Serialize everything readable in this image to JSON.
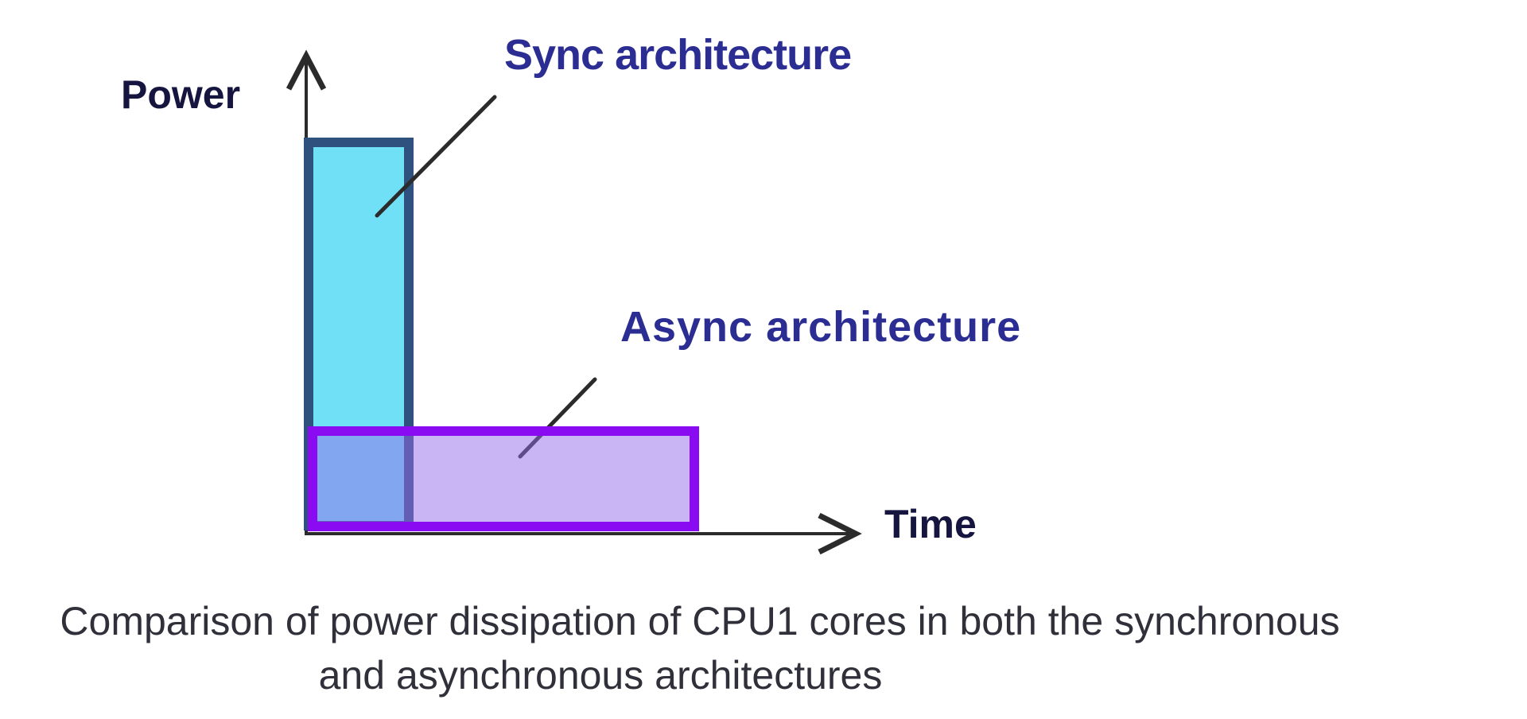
{
  "figure": {
    "type": "conceptual-power-time-diagram",
    "y_axis_label": "Power",
    "x_axis_label": "Time",
    "series": [
      {
        "label": "Sync architecture",
        "fill": "#70E0F6",
        "border": "#2F517E",
        "relative_power": 1.0,
        "relative_time": 0.28
      },
      {
        "label": "Async architecture",
        "fill": "#C9B6F4",
        "border": "#8A0BF2",
        "fill_opacity": 0.5,
        "relative_power": 0.27,
        "relative_time": 1.0
      }
    ],
    "overlap_color": "#8696EC",
    "caption_line1": "Comparison of power dissipation of CPU1 cores in both the synchronous",
    "caption_line2": "and asynchronous architectures"
  },
  "colors": {
    "axis": "#2B2B2B",
    "axis_label_text": "#15153F",
    "series_label_text": "#2B2D92",
    "caption_text": "#30303A",
    "background": "#FFFFFF"
  }
}
